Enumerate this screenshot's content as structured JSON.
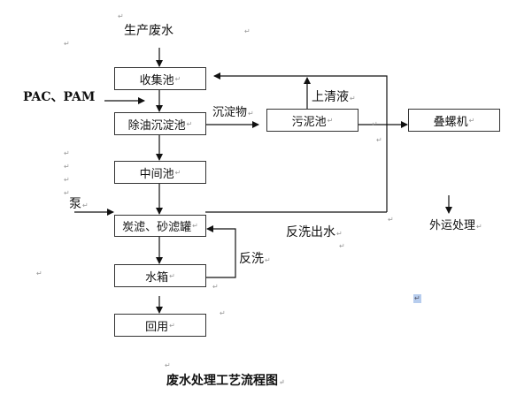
{
  "diagram": {
    "title": "废水处理工艺流程图",
    "source": "生产废水",
    "reagent": "PAC、PAM",
    "pump": "泵",
    "boxes": {
      "collection": "收集池",
      "oil_sedimentation": "除油沉淀池",
      "intermediate": "中间池",
      "filter": "炭滤、砂滤罐",
      "tank": "水箱",
      "reuse": "回用",
      "sludge": "污泥池",
      "screw_press": "叠螺机"
    },
    "edge_labels": {
      "sediment": "沉淀物",
      "supernatant": "上清液",
      "backwash": "反洗",
      "backwash_effluent": "反洗出水",
      "external_disposal": "外运处理"
    },
    "paragraph_mark": "↵"
  }
}
